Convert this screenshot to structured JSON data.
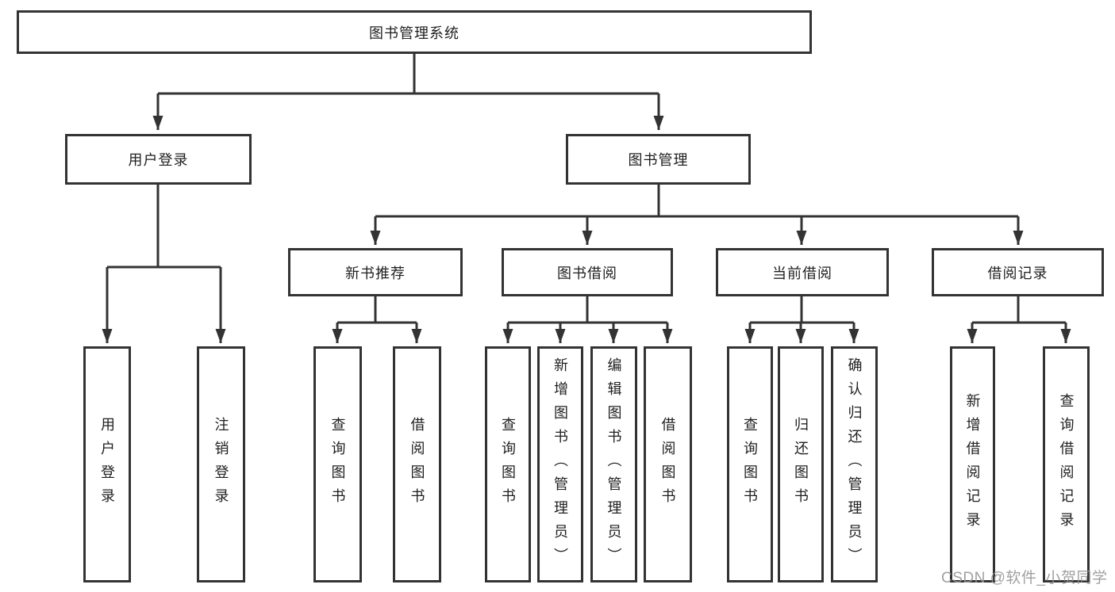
{
  "diagram_title": "图书管理系统",
  "nodes": {
    "root": {
      "label": "图书管理系统"
    },
    "user_login": {
      "label": "用户登录"
    },
    "book_mgmt": {
      "label": "图书管理"
    },
    "new_book_rec": {
      "label": "新书推荐"
    },
    "book_borrow": {
      "label": "图书借阅"
    },
    "current_borrow": {
      "label": "当前借阅"
    },
    "borrow_records": {
      "label": "借阅记录"
    },
    "leaf_user_login": {
      "label": "用户登录"
    },
    "leaf_logout": {
      "label": "注销登录"
    },
    "leaf_rec_query": {
      "label": "查询图书"
    },
    "leaf_rec_borrow": {
      "label": "借阅图书"
    },
    "leaf_bb_query": {
      "label": "查询图书"
    },
    "leaf_bb_add": {
      "label": "新增图书（管理员）"
    },
    "leaf_bb_edit": {
      "label": "编辑图书（管理员）"
    },
    "leaf_bb_borrow": {
      "label": "借阅图书"
    },
    "leaf_cb_query": {
      "label": "查询图书"
    },
    "leaf_cb_return": {
      "label": "归还图书"
    },
    "leaf_cb_confirm": {
      "label": "确认归还（管理员）"
    },
    "leaf_br_add": {
      "label": "新增借阅记录"
    },
    "leaf_br_query": {
      "label": "查询借阅记录"
    }
  },
  "edges": [
    [
      "root",
      "user_login"
    ],
    [
      "root",
      "book_mgmt"
    ],
    [
      "user_login",
      "leaf_user_login"
    ],
    [
      "user_login",
      "leaf_logout"
    ],
    [
      "book_mgmt",
      "new_book_rec"
    ],
    [
      "book_mgmt",
      "book_borrow"
    ],
    [
      "book_mgmt",
      "current_borrow"
    ],
    [
      "book_mgmt",
      "borrow_records"
    ],
    [
      "new_book_rec",
      "leaf_rec_query"
    ],
    [
      "new_book_rec",
      "leaf_rec_borrow"
    ],
    [
      "book_borrow",
      "leaf_bb_query"
    ],
    [
      "book_borrow",
      "leaf_bb_add"
    ],
    [
      "book_borrow",
      "leaf_bb_edit"
    ],
    [
      "book_borrow",
      "leaf_bb_borrow"
    ],
    [
      "current_borrow",
      "leaf_cb_query"
    ],
    [
      "current_borrow",
      "leaf_cb_return"
    ],
    [
      "current_borrow",
      "leaf_cb_confirm"
    ],
    [
      "borrow_records",
      "leaf_br_add"
    ],
    [
      "borrow_records",
      "leaf_br_query"
    ]
  ],
  "watermark": {
    "text": "CSDN @软件_小贺同学"
  },
  "colors": {
    "line": "#333333",
    "box_border": "#333333",
    "text": "#1f1f1f",
    "watermark": "#969696",
    "background": "#ffffff"
  }
}
